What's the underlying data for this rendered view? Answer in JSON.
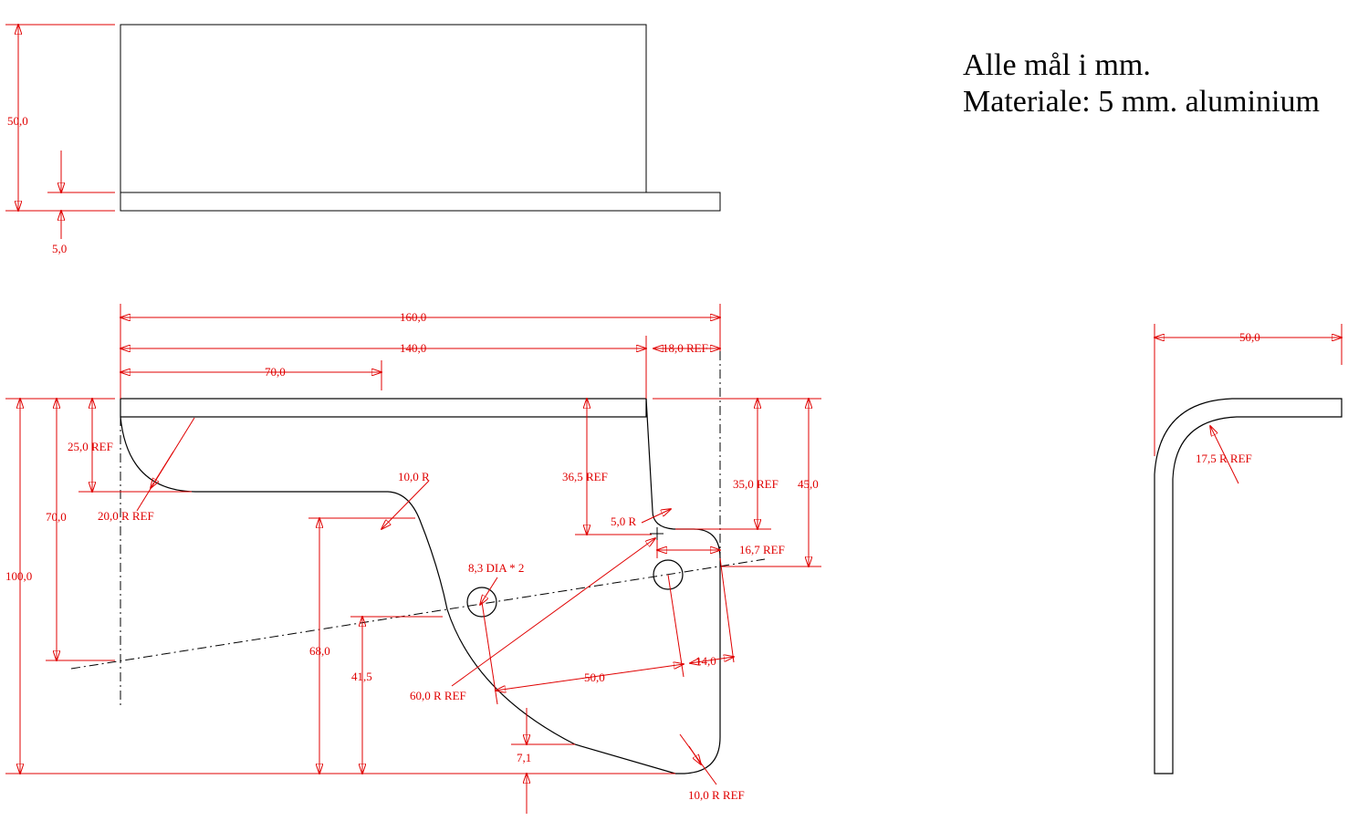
{
  "notes": {
    "line1": "Alle mål i mm.",
    "line2": "Materiale: 5 mm. aluminium"
  },
  "dims": {
    "top_height": "50,0",
    "top_thickness": "5,0",
    "overall_length": "160,0",
    "flange_length": "140,0",
    "half_length": "70,0",
    "bend_ref": "18,0 REF",
    "left_depth_ref": "25,0 REF",
    "left_height": "70,0",
    "total_height": "100,0",
    "radius_20": "20,0 R REF",
    "radius_10": "10,0 R",
    "depth_36_5": "36,5 REF",
    "depth_35": "35,0 REF",
    "depth_45": "45,0",
    "radius_5": "5,0 R",
    "offset_16_7": "16,7  REF",
    "hole_spec": "8,3 DIA * 2",
    "height_68": "68,0",
    "height_41_5": "41,5",
    "radius_60": "60,0 R REF",
    "hole_spacing": "50,0",
    "edge_14": "14,0",
    "offset_7_1": "7,1",
    "radius_10_ref": "10,0 R REF",
    "side_width": "50,0",
    "side_radius": "17,5 R REF"
  },
  "colors": {
    "dimension": "#e00000",
    "outline": "#000000",
    "background": "#ffffff"
  }
}
